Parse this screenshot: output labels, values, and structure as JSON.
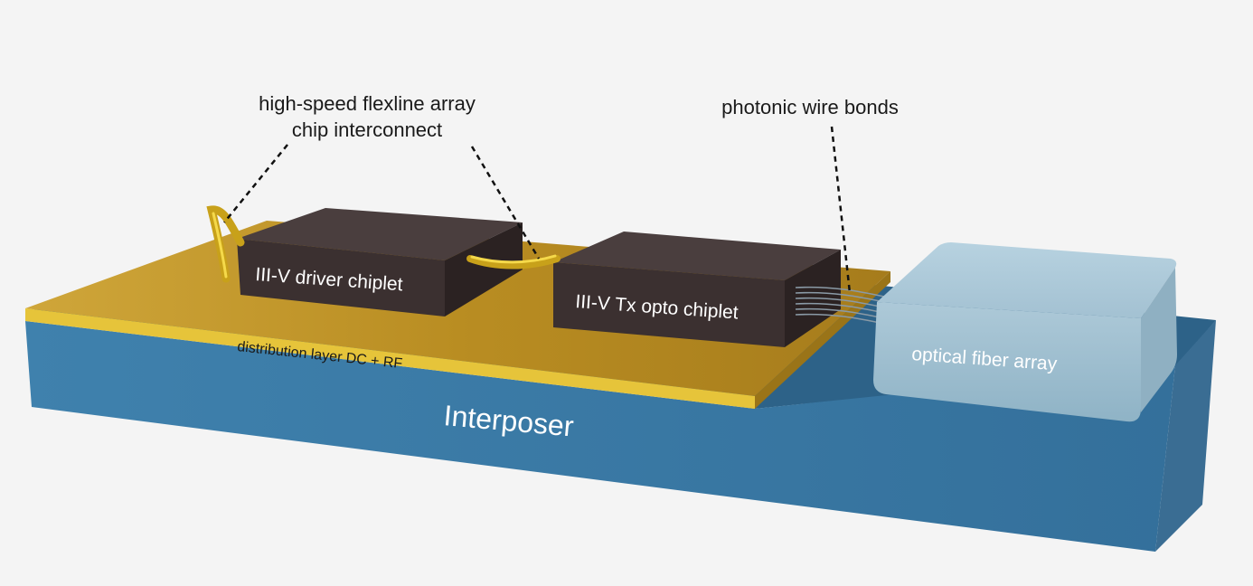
{
  "callouts": {
    "flexline_line1": "high-speed flexline array",
    "flexline_line2": "chip interconnect",
    "photonic": "photonic wire bonds"
  },
  "components": {
    "driver": "III-V driver chiplet",
    "opto": "III-V Tx opto chiplet",
    "fiber": "optical fiber array",
    "distribution": "distribution layer DC + RF",
    "interposer": "Interposer"
  },
  "colors": {
    "background": "#f4f4f4",
    "interposer": "#3f7ba6",
    "distribution_layer": "#c29623",
    "chiplet": "#3a2f2f",
    "fiber_array": "#a9c8d8",
    "flexline": "#e8c020"
  }
}
